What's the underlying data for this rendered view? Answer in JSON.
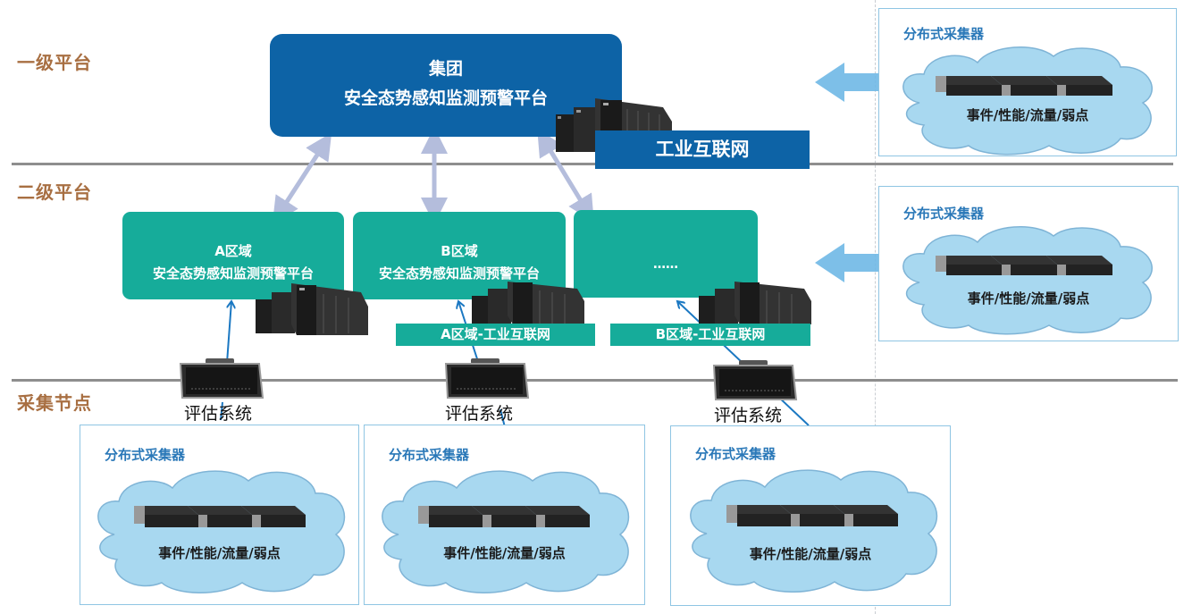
{
  "tiers": {
    "level1": "一级平台",
    "level2": "二级平台",
    "collection": "采集节点"
  },
  "group_platform": {
    "line1": "集团",
    "line2": "安全态势感知监测预警平台",
    "network_label": "工业互联网"
  },
  "regions": [
    {
      "line1": "A区域",
      "line2": "安全态势感知监测预警平台"
    },
    {
      "line1": "B区域",
      "line2": "安全态势感知监测预警平台"
    },
    {
      "line1": "",
      "line2": "……"
    }
  ],
  "region_networks": [
    "A区域-工业互联网",
    "B区域-工业互联网"
  ],
  "evaluation_systems": [
    "评估系统",
    "评估系统",
    "评估系统"
  ],
  "collectors": [
    {
      "title": "分布式采集器",
      "content": "事件/性能/流量/弱点"
    },
    {
      "title": "分布式采集器",
      "content": "事件/性能/流量/弱点"
    },
    {
      "title": "分布式采集器",
      "content": "事件/性能/流量/弱点"
    },
    {
      "title": "分布式采集器",
      "content": "事件/性能/流量/弱点"
    },
    {
      "title": "分布式采集器",
      "content": "事件/性能/流量/弱点"
    }
  ],
  "colors": {
    "group_blue": "#0d63a6",
    "region_teal": "#16ac9a",
    "tier_label_brown": "#a86f42",
    "collector_title_blue": "#2a78b8",
    "cloud_fill": "#a8d8f0",
    "arrow_lavender": "#b4bddc",
    "arrow_lightblue": "#6fb8e6",
    "link_blue": "#1b78c2"
  }
}
